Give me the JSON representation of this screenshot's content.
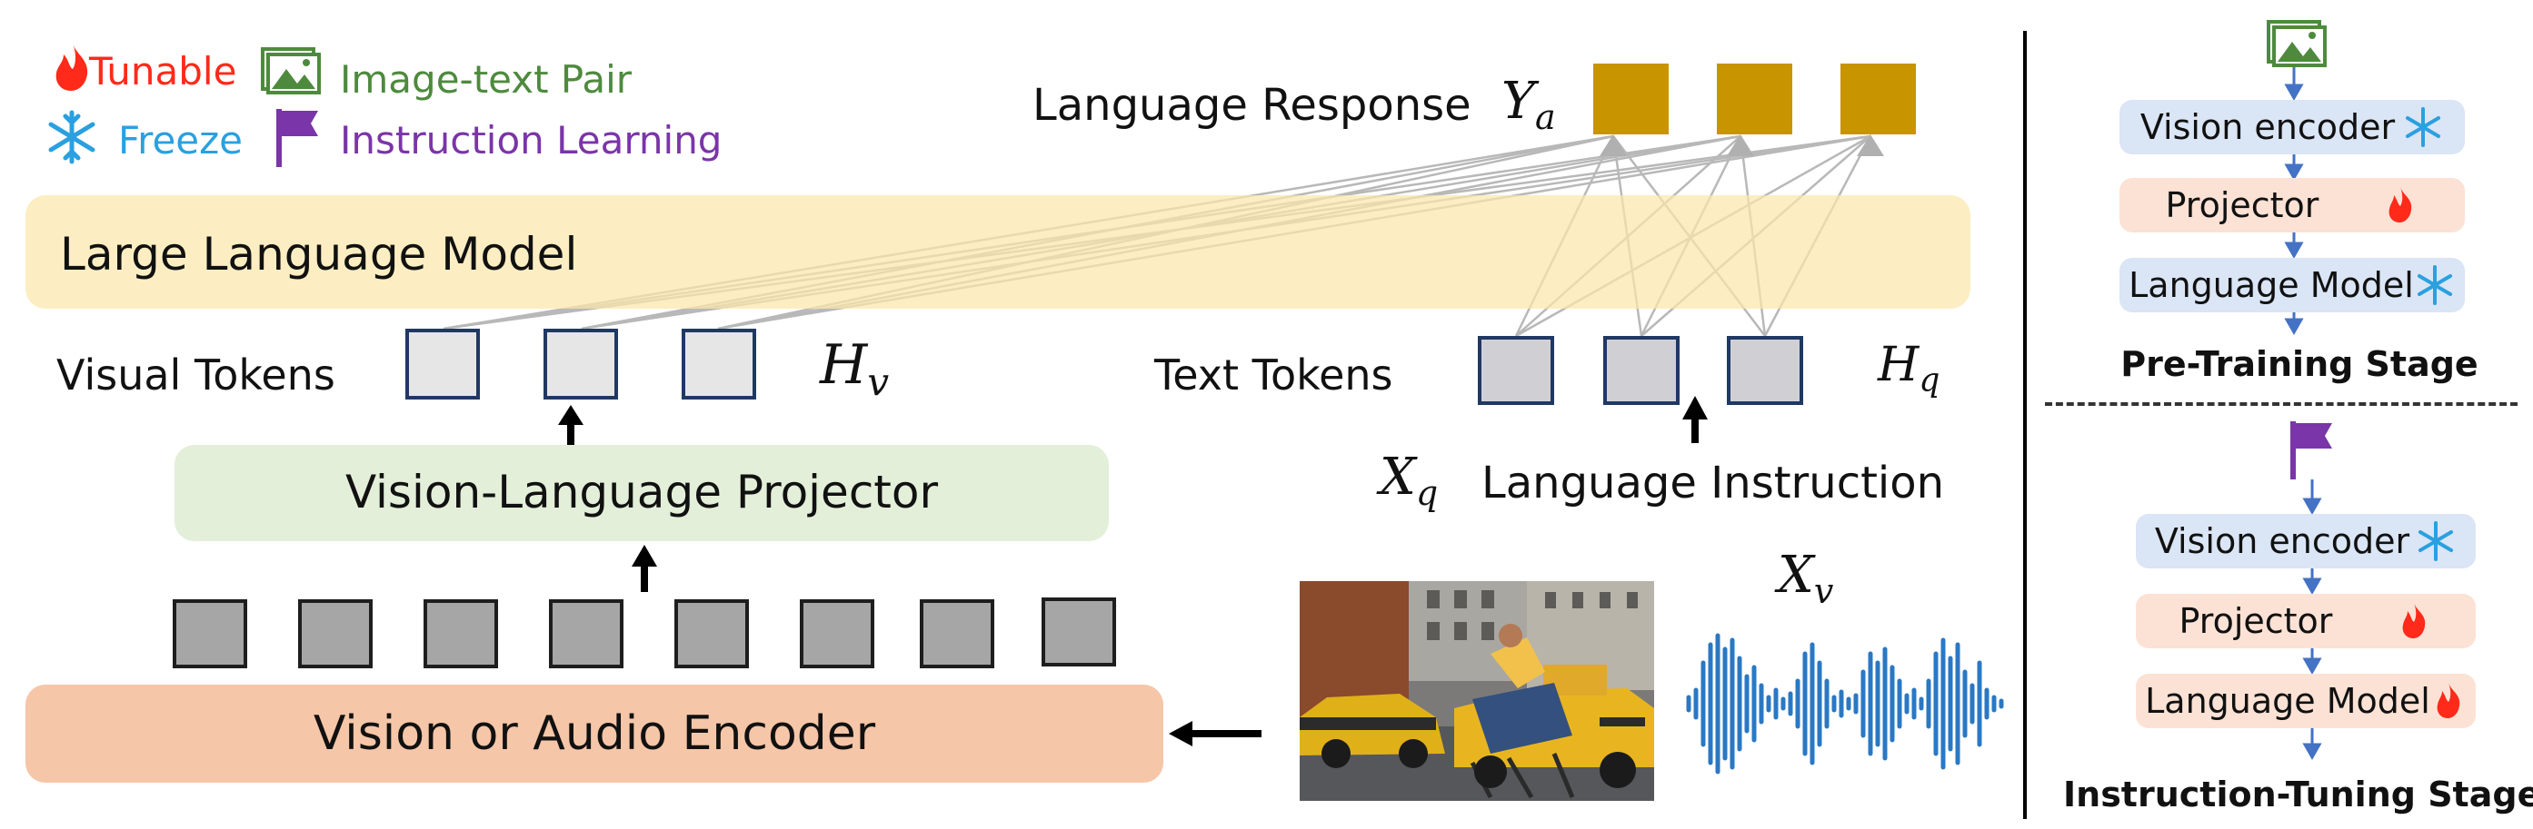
{
  "legend": {
    "tunable": "Tunable",
    "image_text_pair": "Image-text Pair",
    "freeze": "Freeze",
    "instruction_learning": "Instruction Learning"
  },
  "response": {
    "label": "Language Response",
    "symbol": "Y",
    "subscript": "a"
  },
  "llm": {
    "label": "Large Language Model"
  },
  "visual_tokens": {
    "label": "Visual Tokens",
    "symbol": "H",
    "subscript": "v"
  },
  "text_tokens": {
    "label": "Text Tokens",
    "symbol": "H",
    "subscript": "q"
  },
  "instruction": {
    "symbol": "X",
    "subscript": "q",
    "label": "Language Instruction"
  },
  "projector": {
    "label": "Vision-Language Projector"
  },
  "encoder": {
    "label": "Vision or Audio Encoder"
  },
  "input": {
    "symbol": "X",
    "subscript": "v"
  },
  "pretraining": {
    "vision_encoder": "Vision encoder",
    "projector": "Projector",
    "language_model": "Language Model",
    "title": "Pre-Training Stage"
  },
  "instruction_tuning": {
    "vision_encoder": "Vision encoder",
    "projector": "Projector",
    "language_model": "Language Model",
    "title": "Instruction-Tuning Stage"
  },
  "colors": {
    "tunable": "#ff2a1a",
    "image_pair": "#4e8a3e",
    "freeze": "#2aa0e0",
    "instruction": "#7a35a8",
    "llm_fill": "#fbeebc",
    "projector_fill": "#e3efd9",
    "encoder_fill": "#f6c6a8",
    "response_token": "#c89400",
    "blue_box": "#dae5f5",
    "peach_box": "#fbe2d5"
  }
}
